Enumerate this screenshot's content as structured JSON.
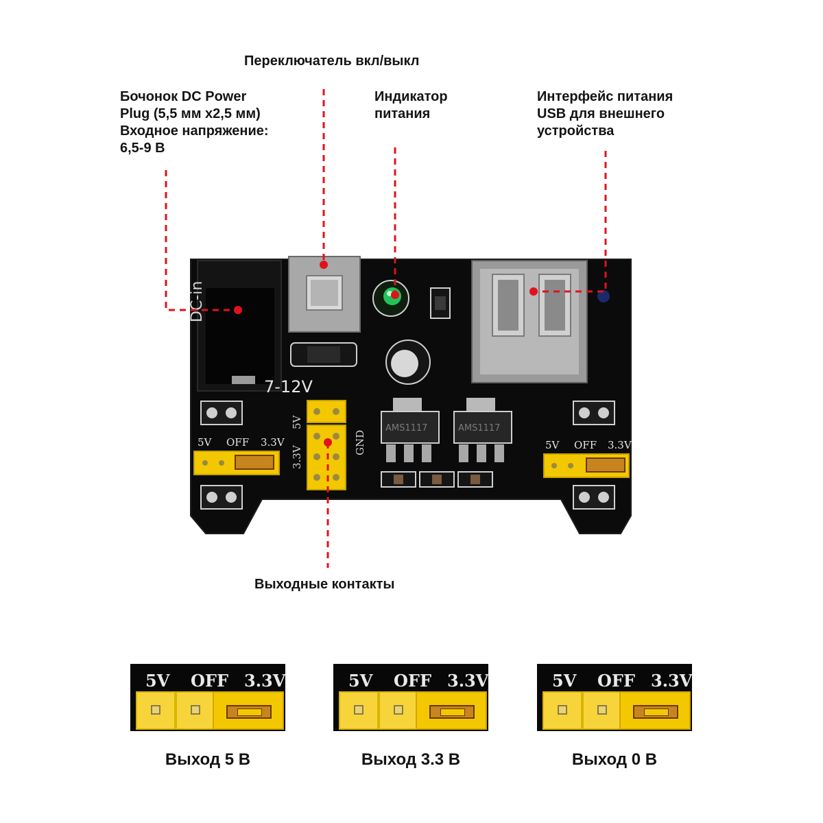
{
  "labels": {
    "switch": "Переключатель вкл/выкл",
    "barrel": "Бочонок DC Power\nPlug (5,5 мм x2,5 мм)\nВходное напряжение:\n6,5-9 В",
    "indicator": "Индикатор\nпитания",
    "usb": "Интерфейс питания\nUSB для внешнего\nустройства",
    "pins": "Выходные контакты"
  },
  "board": {
    "voltage_mark": "7-12V",
    "dc_mark": "DC-in",
    "pin_5v": "5V",
    "pin_33v": "3.3V",
    "pin_gnd": "GND",
    "sel_5v": "5V",
    "sel_off": "OFF",
    "sel_33v": "3.3V",
    "reg_mark": "AMS1117"
  },
  "modes": [
    {
      "lbl_5v": "5V",
      "lbl_off": "OFF",
      "lbl_33v": "3.3V",
      "caption": "Выход 5 В"
    },
    {
      "lbl_5v": "5V",
      "lbl_off": "OFF",
      "lbl_33v": "3.3V",
      "caption": "Выход 3.3 В"
    },
    {
      "lbl_5v": "5V",
      "lbl_off": "OFF",
      "lbl_33v": "3.3V",
      "caption": "Выход 0 В"
    }
  ],
  "colors": {
    "callout": "#e0121c",
    "board": "#0a0a0a",
    "header_yellow": "#f3c800",
    "led": "#22c25a"
  }
}
